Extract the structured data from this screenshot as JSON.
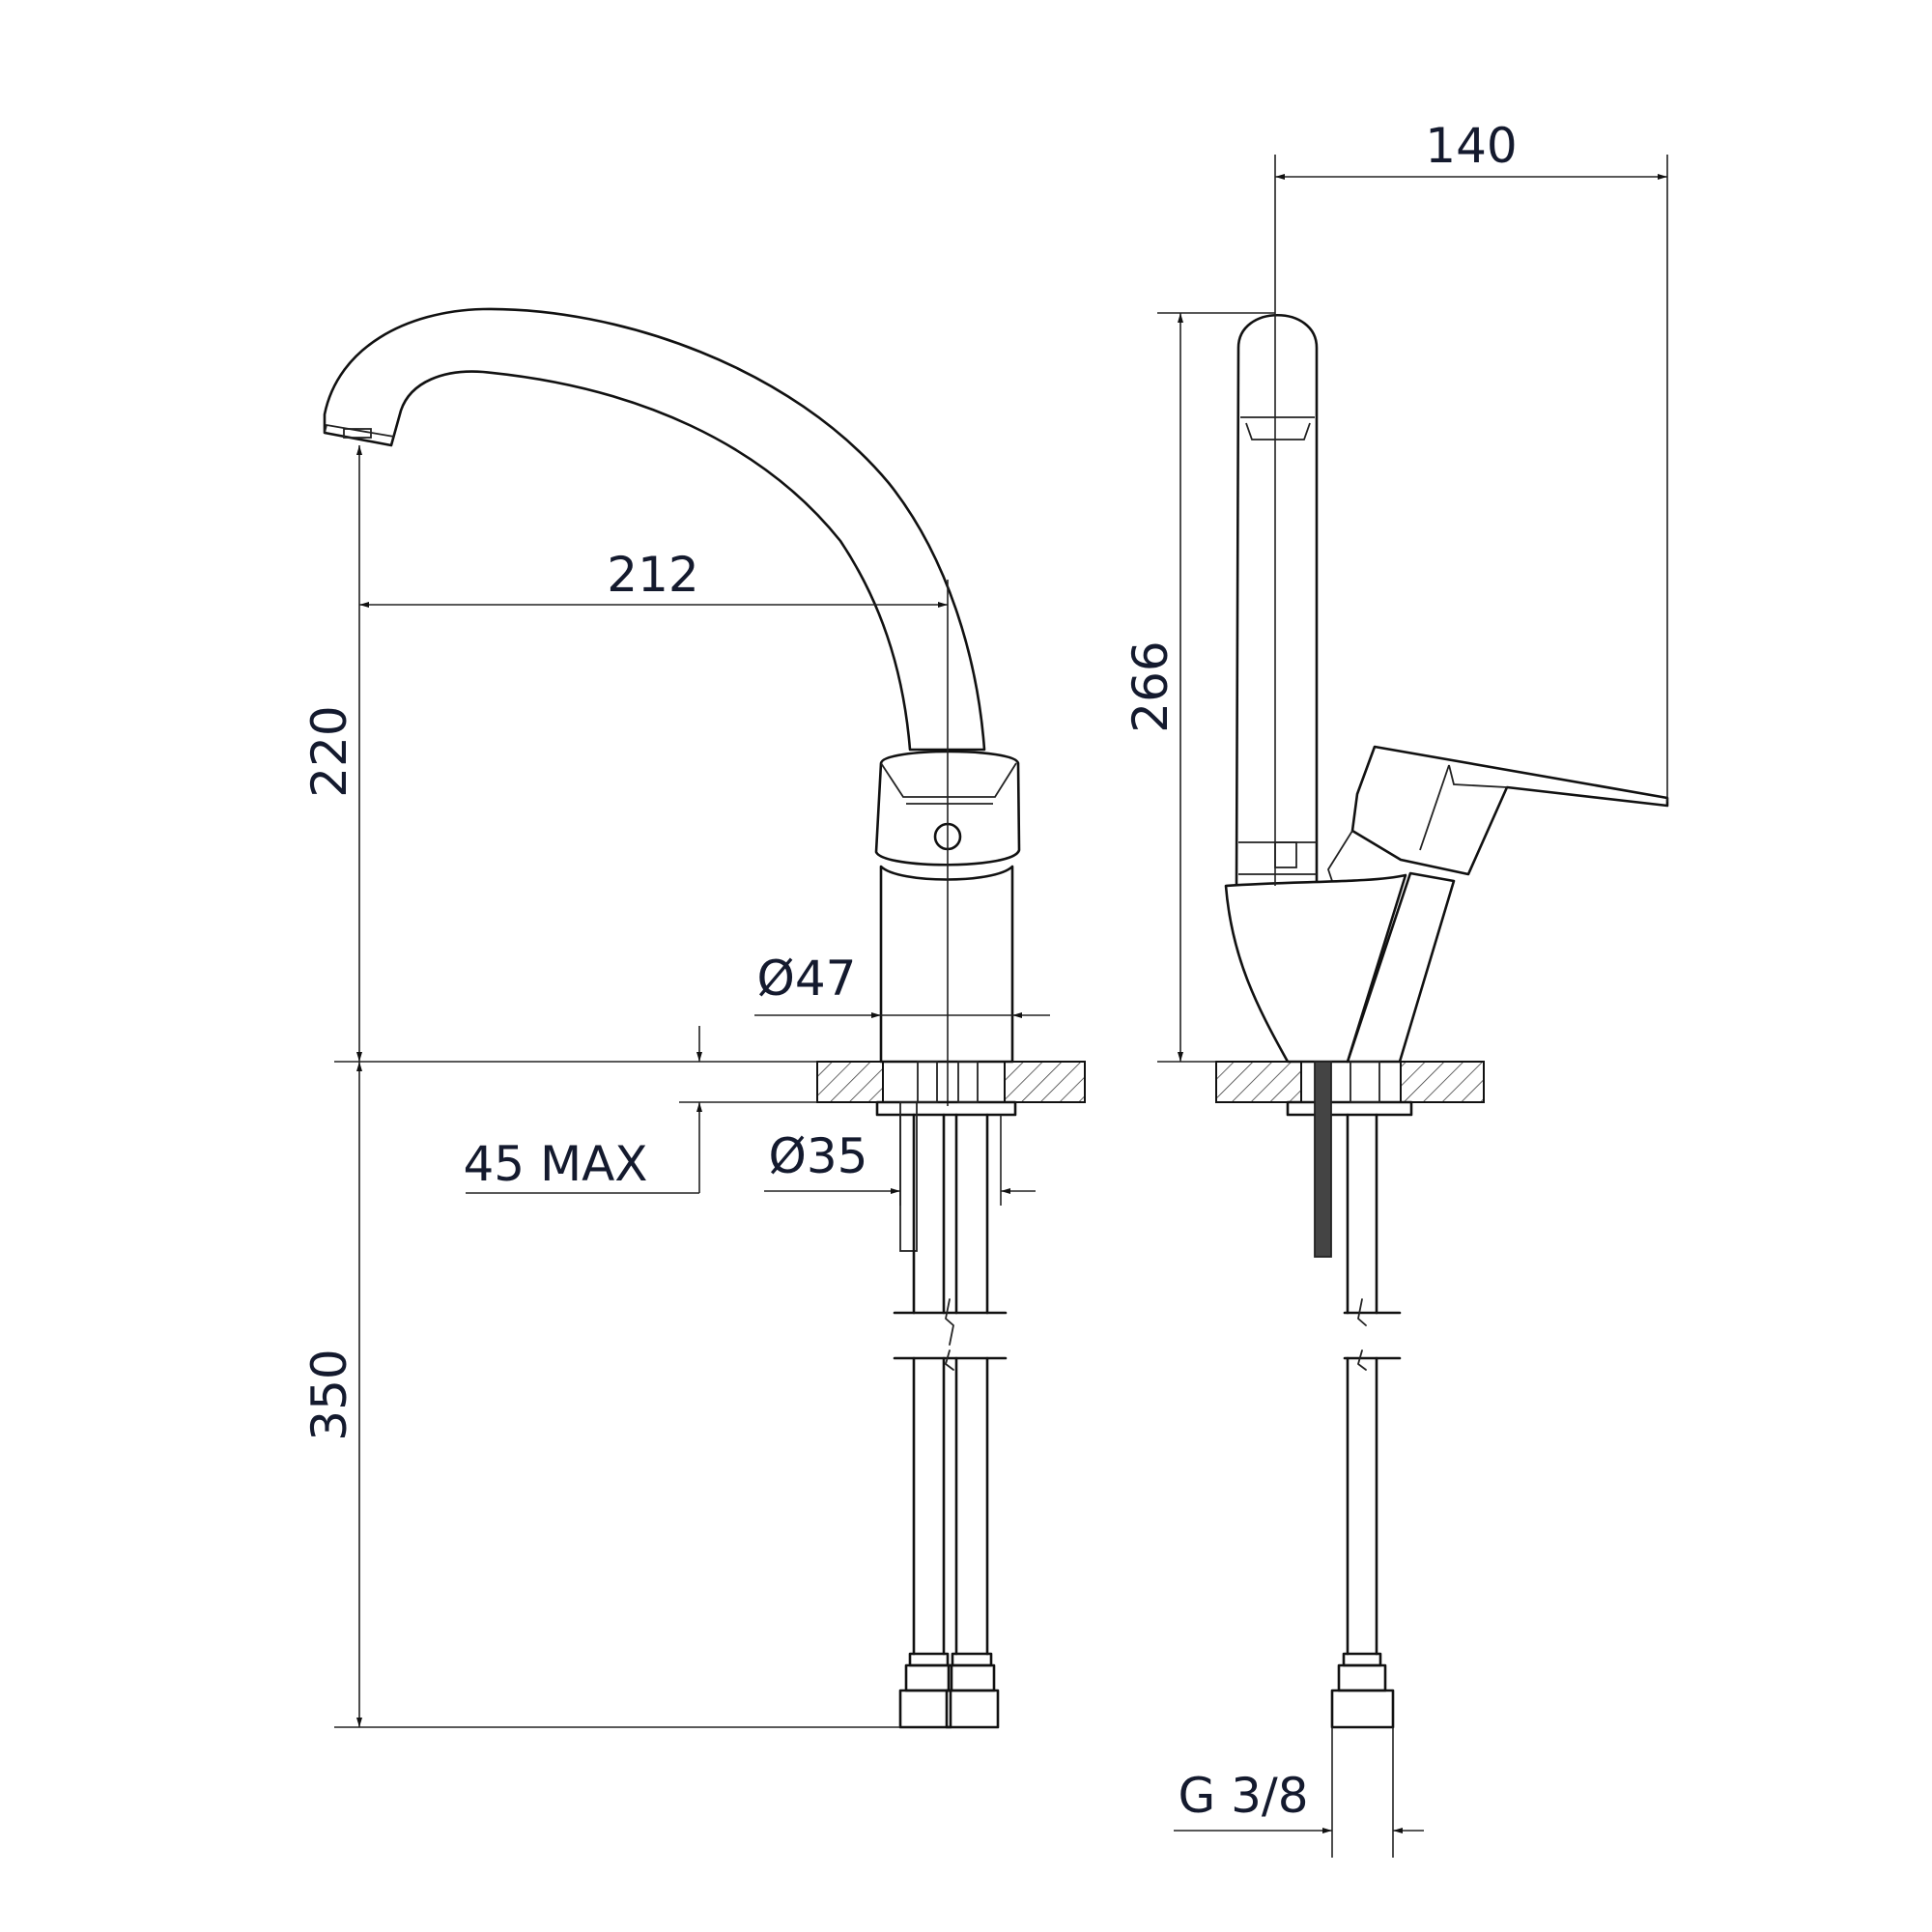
{
  "drawing": {
    "front_view": {
      "dimensions": {
        "spout_reach": "212",
        "spout_height": "220",
        "body_diameter": "Ø47",
        "max_counter_thickness": "45 MAX",
        "hole_diameter": "Ø35",
        "hose_length": "350"
      }
    },
    "side_view": {
      "dimensions": {
        "lever_reach": "140",
        "total_height": "266",
        "connection_thread": "G 3/8"
      }
    },
    "colors": {
      "line": "#111111",
      "text": "#141a2e",
      "background": "#ffffff"
    }
  }
}
